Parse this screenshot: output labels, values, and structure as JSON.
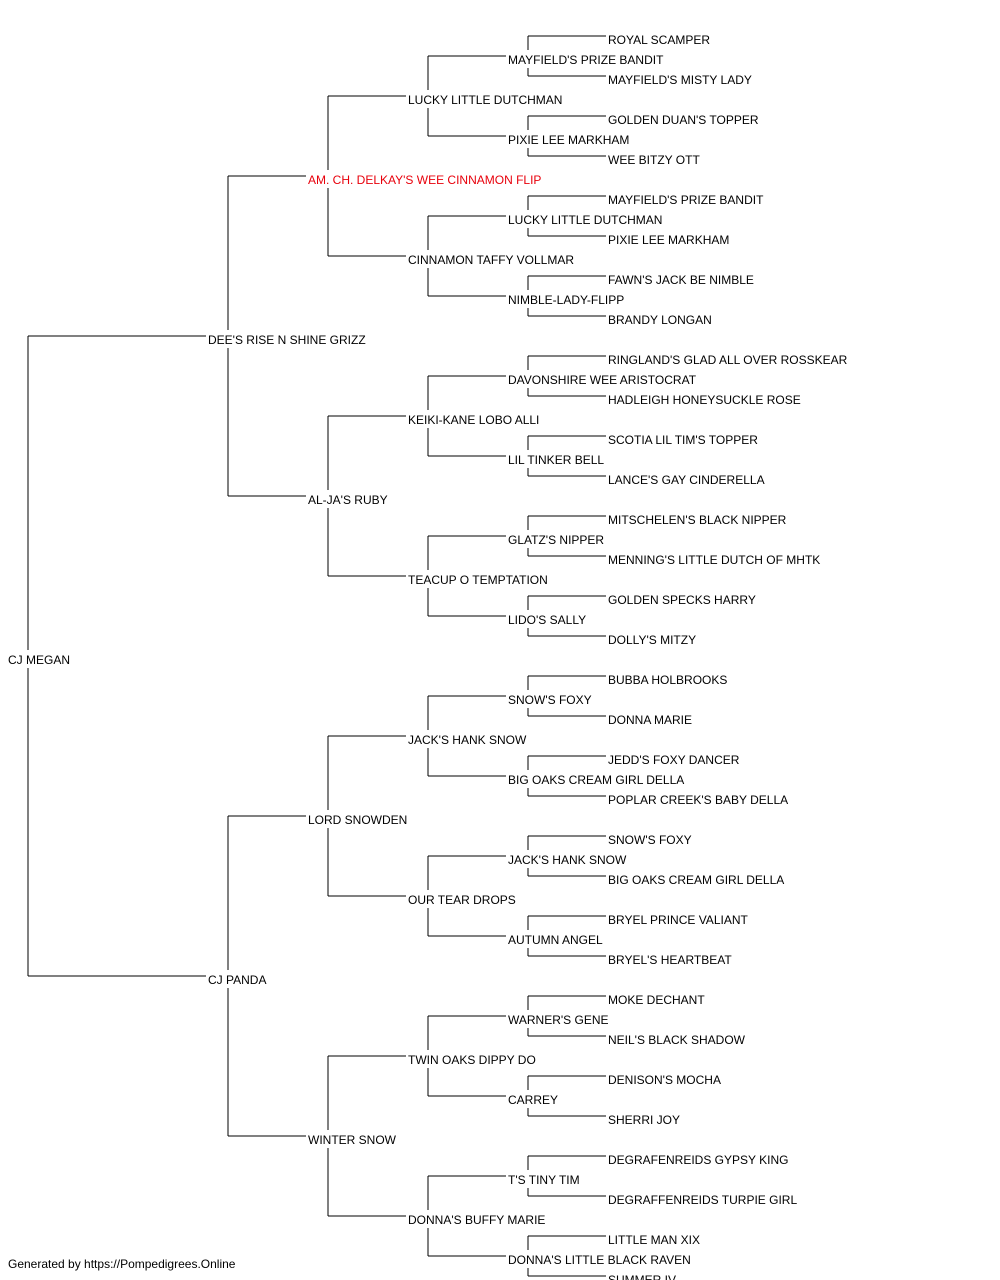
{
  "pedigree": {
    "name": "CJ MEGAN",
    "sire": {
      "name": "DEE'S RISE N SHINE GRIZZ",
      "sire": {
        "name": "AM. CH. DELKAY'S WEE CINNAMON FLIP",
        "highlight": true,
        "sire": {
          "name": "LUCKY LITTLE DUTCHMAN",
          "sire": {
            "name": "MAYFIELD'S PRIZE BANDIT",
            "sire": {
              "name": "ROYAL SCAMPER"
            },
            "dam": {
              "name": "MAYFIELD'S MISTY LADY"
            }
          },
          "dam": {
            "name": "PIXIE LEE MARKHAM",
            "sire": {
              "name": "GOLDEN DUAN'S TOPPER"
            },
            "dam": {
              "name": "WEE BITZY OTT"
            }
          }
        },
        "dam": {
          "name": "CINNAMON TAFFY VOLLMAR",
          "sire": {
            "name": "LUCKY LITTLE DUTCHMAN",
            "sire": {
              "name": "MAYFIELD'S PRIZE BANDIT"
            },
            "dam": {
              "name": "PIXIE LEE MARKHAM"
            }
          },
          "dam": {
            "name": "NIMBLE-LADY-FLIPP",
            "sire": {
              "name": "FAWN'S JACK BE NIMBLE"
            },
            "dam": {
              "name": "BRANDY LONGAN"
            }
          }
        }
      },
      "dam": {
        "name": "AL-JA'S RUBY",
        "sire": {
          "name": "KEIKI-KANE LOBO ALLI",
          "sire": {
            "name": "DAVONSHIRE WEE ARISTOCRAT",
            "sire": {
              "name": "RINGLAND'S GLAD ALL OVER ROSSKEAR"
            },
            "dam": {
              "name": "HADLEIGH HONEYSUCKLE ROSE"
            }
          },
          "dam": {
            "name": "LIL TINKER BELL",
            "sire": {
              "name": "SCOTIA LIL TIM'S TOPPER"
            },
            "dam": {
              "name": "LANCE'S GAY CINDERELLA"
            }
          }
        },
        "dam": {
          "name": "TEACUP O TEMPTATION",
          "sire": {
            "name": "GLATZ'S NIPPER",
            "sire": {
              "name": "MITSCHELEN'S BLACK NIPPER"
            },
            "dam": {
              "name": "MENNING'S LITTLE DUTCH OF MHTK"
            }
          },
          "dam": {
            "name": "LIDO'S SALLY",
            "sire": {
              "name": "GOLDEN SPECKS HARRY"
            },
            "dam": {
              "name": "DOLLY'S MITZY"
            }
          }
        }
      }
    },
    "dam": {
      "name": "CJ PANDA",
      "sire": {
        "name": "LORD SNOWDEN",
        "sire": {
          "name": "JACK'S HANK SNOW",
          "sire": {
            "name": "SNOW'S FOXY",
            "sire": {
              "name": "BUBBA HOLBROOKS"
            },
            "dam": {
              "name": "DONNA MARIE"
            }
          },
          "dam": {
            "name": "BIG OAKS CREAM GIRL DELLA",
            "sire": {
              "name": "JEDD'S FOXY DANCER"
            },
            "dam": {
              "name": "POPLAR CREEK'S BABY DELLA"
            }
          }
        },
        "dam": {
          "name": "OUR TEAR DROPS",
          "sire": {
            "name": "JACK'S HANK SNOW",
            "sire": {
              "name": "SNOW'S FOXY"
            },
            "dam": {
              "name": "BIG OAKS CREAM GIRL DELLA"
            }
          },
          "dam": {
            "name": "AUTUMN ANGEL",
            "sire": {
              "name": "BRYEL PRINCE VALIANT"
            },
            "dam": {
              "name": "BRYEL'S HEARTBEAT"
            }
          }
        }
      },
      "dam": {
        "name": "WINTER SNOW",
        "sire": {
          "name": "TWIN OAKS DIPPY DO",
          "sire": {
            "name": "WARNER'S GENE",
            "sire": {
              "name": "MOKE DECHANT"
            },
            "dam": {
              "name": "NEIL'S BLACK SHADOW"
            }
          },
          "dam": {
            "name": "CARREY",
            "sire": {
              "name": "DENISON'S MOCHA"
            },
            "dam": {
              "name": "SHERRI JOY"
            }
          }
        },
        "dam": {
          "name": "DONNA'S BUFFY MARIE",
          "sire": {
            "name": "T'S TINY TIM",
            "sire": {
              "name": "DEGRAFENREIDS GYPSY KING"
            },
            "dam": {
              "name": "DEGRAFFENREIDS TURPIE GIRL"
            }
          },
          "dam": {
            "name": "DONNA'S LITTLE BLACK RAVEN",
            "sire": {
              "name": "LITTLE MAN XIX"
            },
            "dam": {
              "name": "SUMMER IV"
            }
          }
        }
      }
    }
  },
  "footer": {
    "text": "Generated by https://Pompedigrees.Online"
  },
  "colors": {
    "text": "#000000",
    "highlight": "#e8000b",
    "lines": "#000000"
  }
}
